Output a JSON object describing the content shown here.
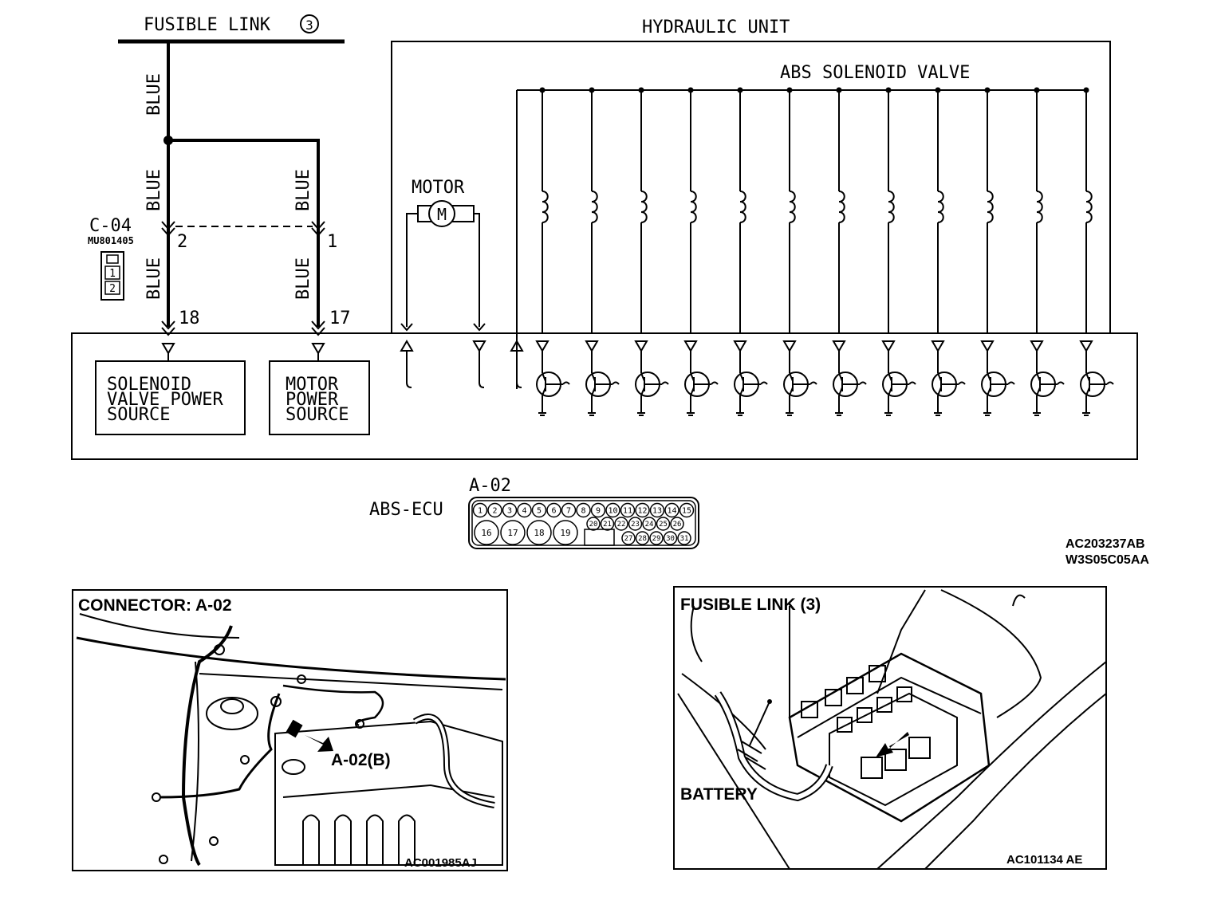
{
  "fusible_link": {
    "label": "FUSIBLE LINK",
    "number": "3"
  },
  "hydraulic_unit": {
    "label": "HYDRAULIC UNIT"
  },
  "abs_solenoid_valve": {
    "label": "ABS SOLENOID VALVE",
    "count": 12
  },
  "motor": {
    "label": "MOTOR",
    "symbol": "M"
  },
  "wires": {
    "top": "BLUE",
    "left_upper": "BLUE",
    "left_lower": "BLUE",
    "right_upper": "BLUE",
    "right_lower": "BLUE"
  },
  "connector_c04": {
    "name": "C-04",
    "part_no": "MU801405",
    "pin_left": "2",
    "pin_right": "1",
    "face_pins": [
      "1",
      "2"
    ]
  },
  "ecu_pins": {
    "left": "18",
    "right": "17"
  },
  "ecu_blocks": {
    "solenoid_power": [
      "SOLENOID",
      "VALVE POWER",
      "SOURCE"
    ],
    "motor_power": [
      "MOTOR",
      "POWER",
      "SOURCE"
    ]
  },
  "abs_ecu": {
    "label": "ABS-ECU",
    "connector": "A-02",
    "row1": [
      "1",
      "2",
      "3",
      "4",
      "5",
      "6",
      "7",
      "8",
      "9",
      "10",
      "11",
      "12",
      "13",
      "14",
      "15"
    ],
    "row2_big": [
      "16",
      "17",
      "18",
      "19"
    ],
    "row2_small": [
      "20",
      "21",
      "22",
      "23",
      "24",
      "25",
      "26"
    ],
    "row3_small": [
      "27",
      "28",
      "29",
      "30",
      "31"
    ]
  },
  "codes": {
    "code1": "AC203237AB",
    "code2": "W3S05C05AA"
  },
  "panel_connector": {
    "title": "CONNECTOR: A-02",
    "callout": "A-02(B)",
    "code": "AC001985AJ"
  },
  "panel_fusible": {
    "title": "FUSIBLE LINK (3)",
    "battery_label": "BATTERY",
    "code": "AC101134 AE"
  }
}
